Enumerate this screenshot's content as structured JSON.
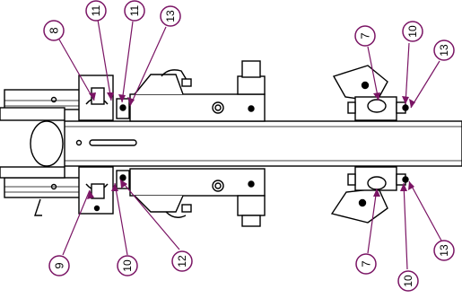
{
  "colors": {
    "line": "#000000",
    "callout": "#7a1464",
    "fill": "#ffffff"
  },
  "callouts": [
    {
      "id": "8-top",
      "label": "8"
    },
    {
      "id": "11-a",
      "label": "11"
    },
    {
      "id": "11-b",
      "label": "11"
    },
    {
      "id": "13-top",
      "label": "13"
    },
    {
      "id": "7-top",
      "label": "7"
    },
    {
      "id": "10-top",
      "label": "10"
    },
    {
      "id": "13-right",
      "label": "13"
    },
    {
      "id": "9-bot",
      "label": "9"
    },
    {
      "id": "10-bot",
      "label": "10"
    },
    {
      "id": "12-bot",
      "label": "12"
    },
    {
      "id": "7-bot",
      "label": "7"
    },
    {
      "id": "10-bot-r",
      "label": "10"
    },
    {
      "id": "13-bot-r",
      "label": "13"
    }
  ]
}
